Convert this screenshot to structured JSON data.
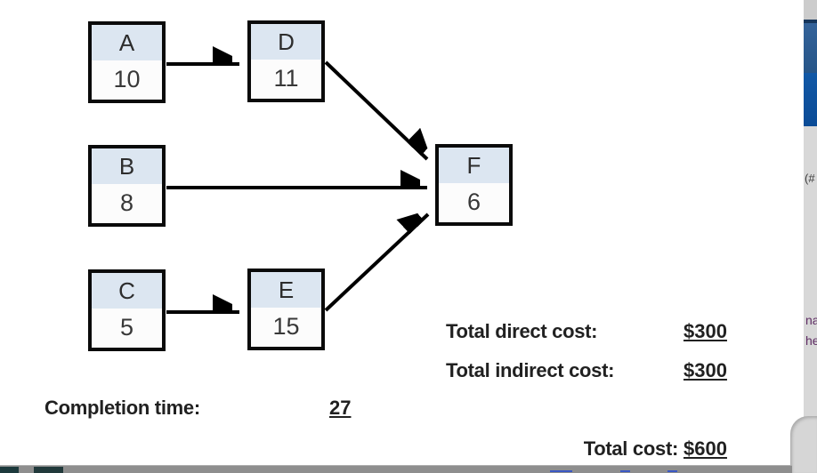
{
  "diagram": {
    "nodes": [
      {
        "id": "A",
        "label": "A",
        "duration": "10"
      },
      {
        "id": "B",
        "label": "B",
        "duration": "8"
      },
      {
        "id": "C",
        "label": "C",
        "duration": "5"
      },
      {
        "id": "D",
        "label": "D",
        "duration": "11"
      },
      {
        "id": "E",
        "label": "E",
        "duration": "15"
      },
      {
        "id": "F",
        "label": "F",
        "duration": "6"
      }
    ],
    "edges": [
      {
        "from": "A",
        "to": "D"
      },
      {
        "from": "B",
        "to": "F"
      },
      {
        "from": "C",
        "to": "E"
      },
      {
        "from": "D",
        "to": "F"
      },
      {
        "from": "E",
        "to": "F"
      }
    ]
  },
  "summary": {
    "completion_label": "Completion time:",
    "completion_value": "27",
    "total_direct_label": "Total direct cost:",
    "total_direct_value": "$300",
    "total_indirect_label": "Total indirect cost:",
    "total_indirect_value": "$300",
    "total_label": "Total cost:",
    "total_value": "$600"
  },
  "background_edge": {
    "paren_fragment": "(#",
    "purple_fragment_1": "na",
    "purple_fragment_2": "he"
  },
  "colors": {
    "node_header": "#dce6f1",
    "node_border": "#0a0a0a",
    "arrow": "#000000",
    "band_blue_upper": "#2c5d92",
    "band_blue_lower": "#0d52a0",
    "strip_gray": "#d8d8d8",
    "purple_text": "#5e2c63",
    "bottom_bar": "#8e8e8e",
    "teal_segment": "#1c393c"
  }
}
